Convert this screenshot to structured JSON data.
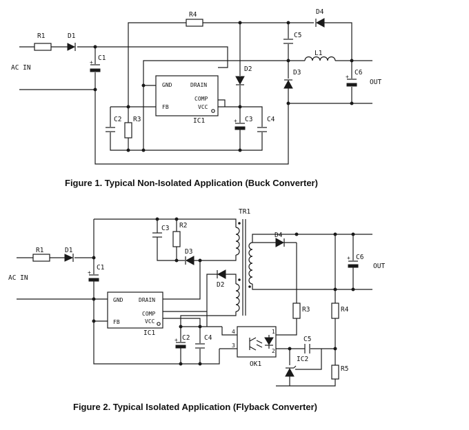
{
  "figure1": {
    "caption": "Figure 1. Typical Non-Isolated Application (Buck Converter)",
    "labels": {
      "R1": "R1",
      "D1": "D1",
      "C1": "C1",
      "AC_IN": "AC IN",
      "R4": "R4",
      "D4": "D4",
      "C5": "C5",
      "L1": "L1",
      "D2": "D2",
      "D3": "D3",
      "C6": "C6",
      "OUT": "OUT",
      "C2": "C2",
      "R3": "R3",
      "C3": "C3",
      "C4": "C4",
      "IC1": "IC1"
    },
    "ic": {
      "GND": "GND",
      "DRAIN": "DRAIN",
      "FB": "FB",
      "COMP": "COMP",
      "VCC": "VCC"
    }
  },
  "figure2": {
    "caption": "Figure 2. Typical Isolated Application (Flyback Converter)",
    "labels": {
      "TR1": "TR1",
      "R1": "R1",
      "D1": "D1",
      "C1": "C1",
      "AC_IN": "AC IN",
      "C3": "C3",
      "R2": "R2",
      "D3": "D3",
      "D2": "D2",
      "D4": "D4",
      "C6": "C6",
      "OUT": "OUT",
      "R3": "R3",
      "R4": "R4",
      "C2": "C2",
      "C4": "C4",
      "C5": "C5",
      "IC2": "IC2",
      "R5": "R5",
      "IC1": "IC1",
      "OK1": "OK1"
    },
    "ic": {
      "GND": "GND",
      "DRAIN": "DRAIN",
      "FB": "FB",
      "COMP": "COMP",
      "VCC": "VCC"
    },
    "opto_pins": [
      "1",
      "2",
      "3",
      "4"
    ]
  }
}
